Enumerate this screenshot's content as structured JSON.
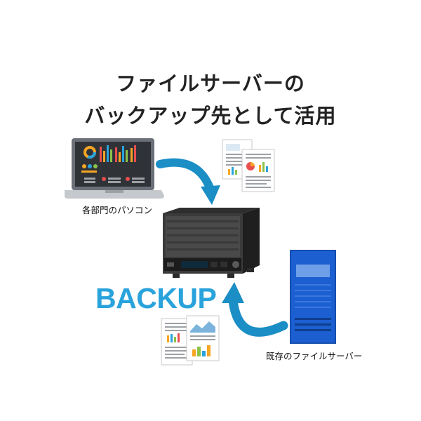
{
  "title": {
    "line1": "ファイルサーバーの",
    "line2": "バックアップ先として活用"
  },
  "labels": {
    "pc": "各部門のパソコン",
    "server": "既存のファイルサーバー",
    "backup": "BACKUP"
  },
  "colors": {
    "arrow": "#1b8ec5",
    "backup_text": "#2aa3dc",
    "server_body": "#1b5fd1",
    "nas_body": "#2a2a2a"
  }
}
